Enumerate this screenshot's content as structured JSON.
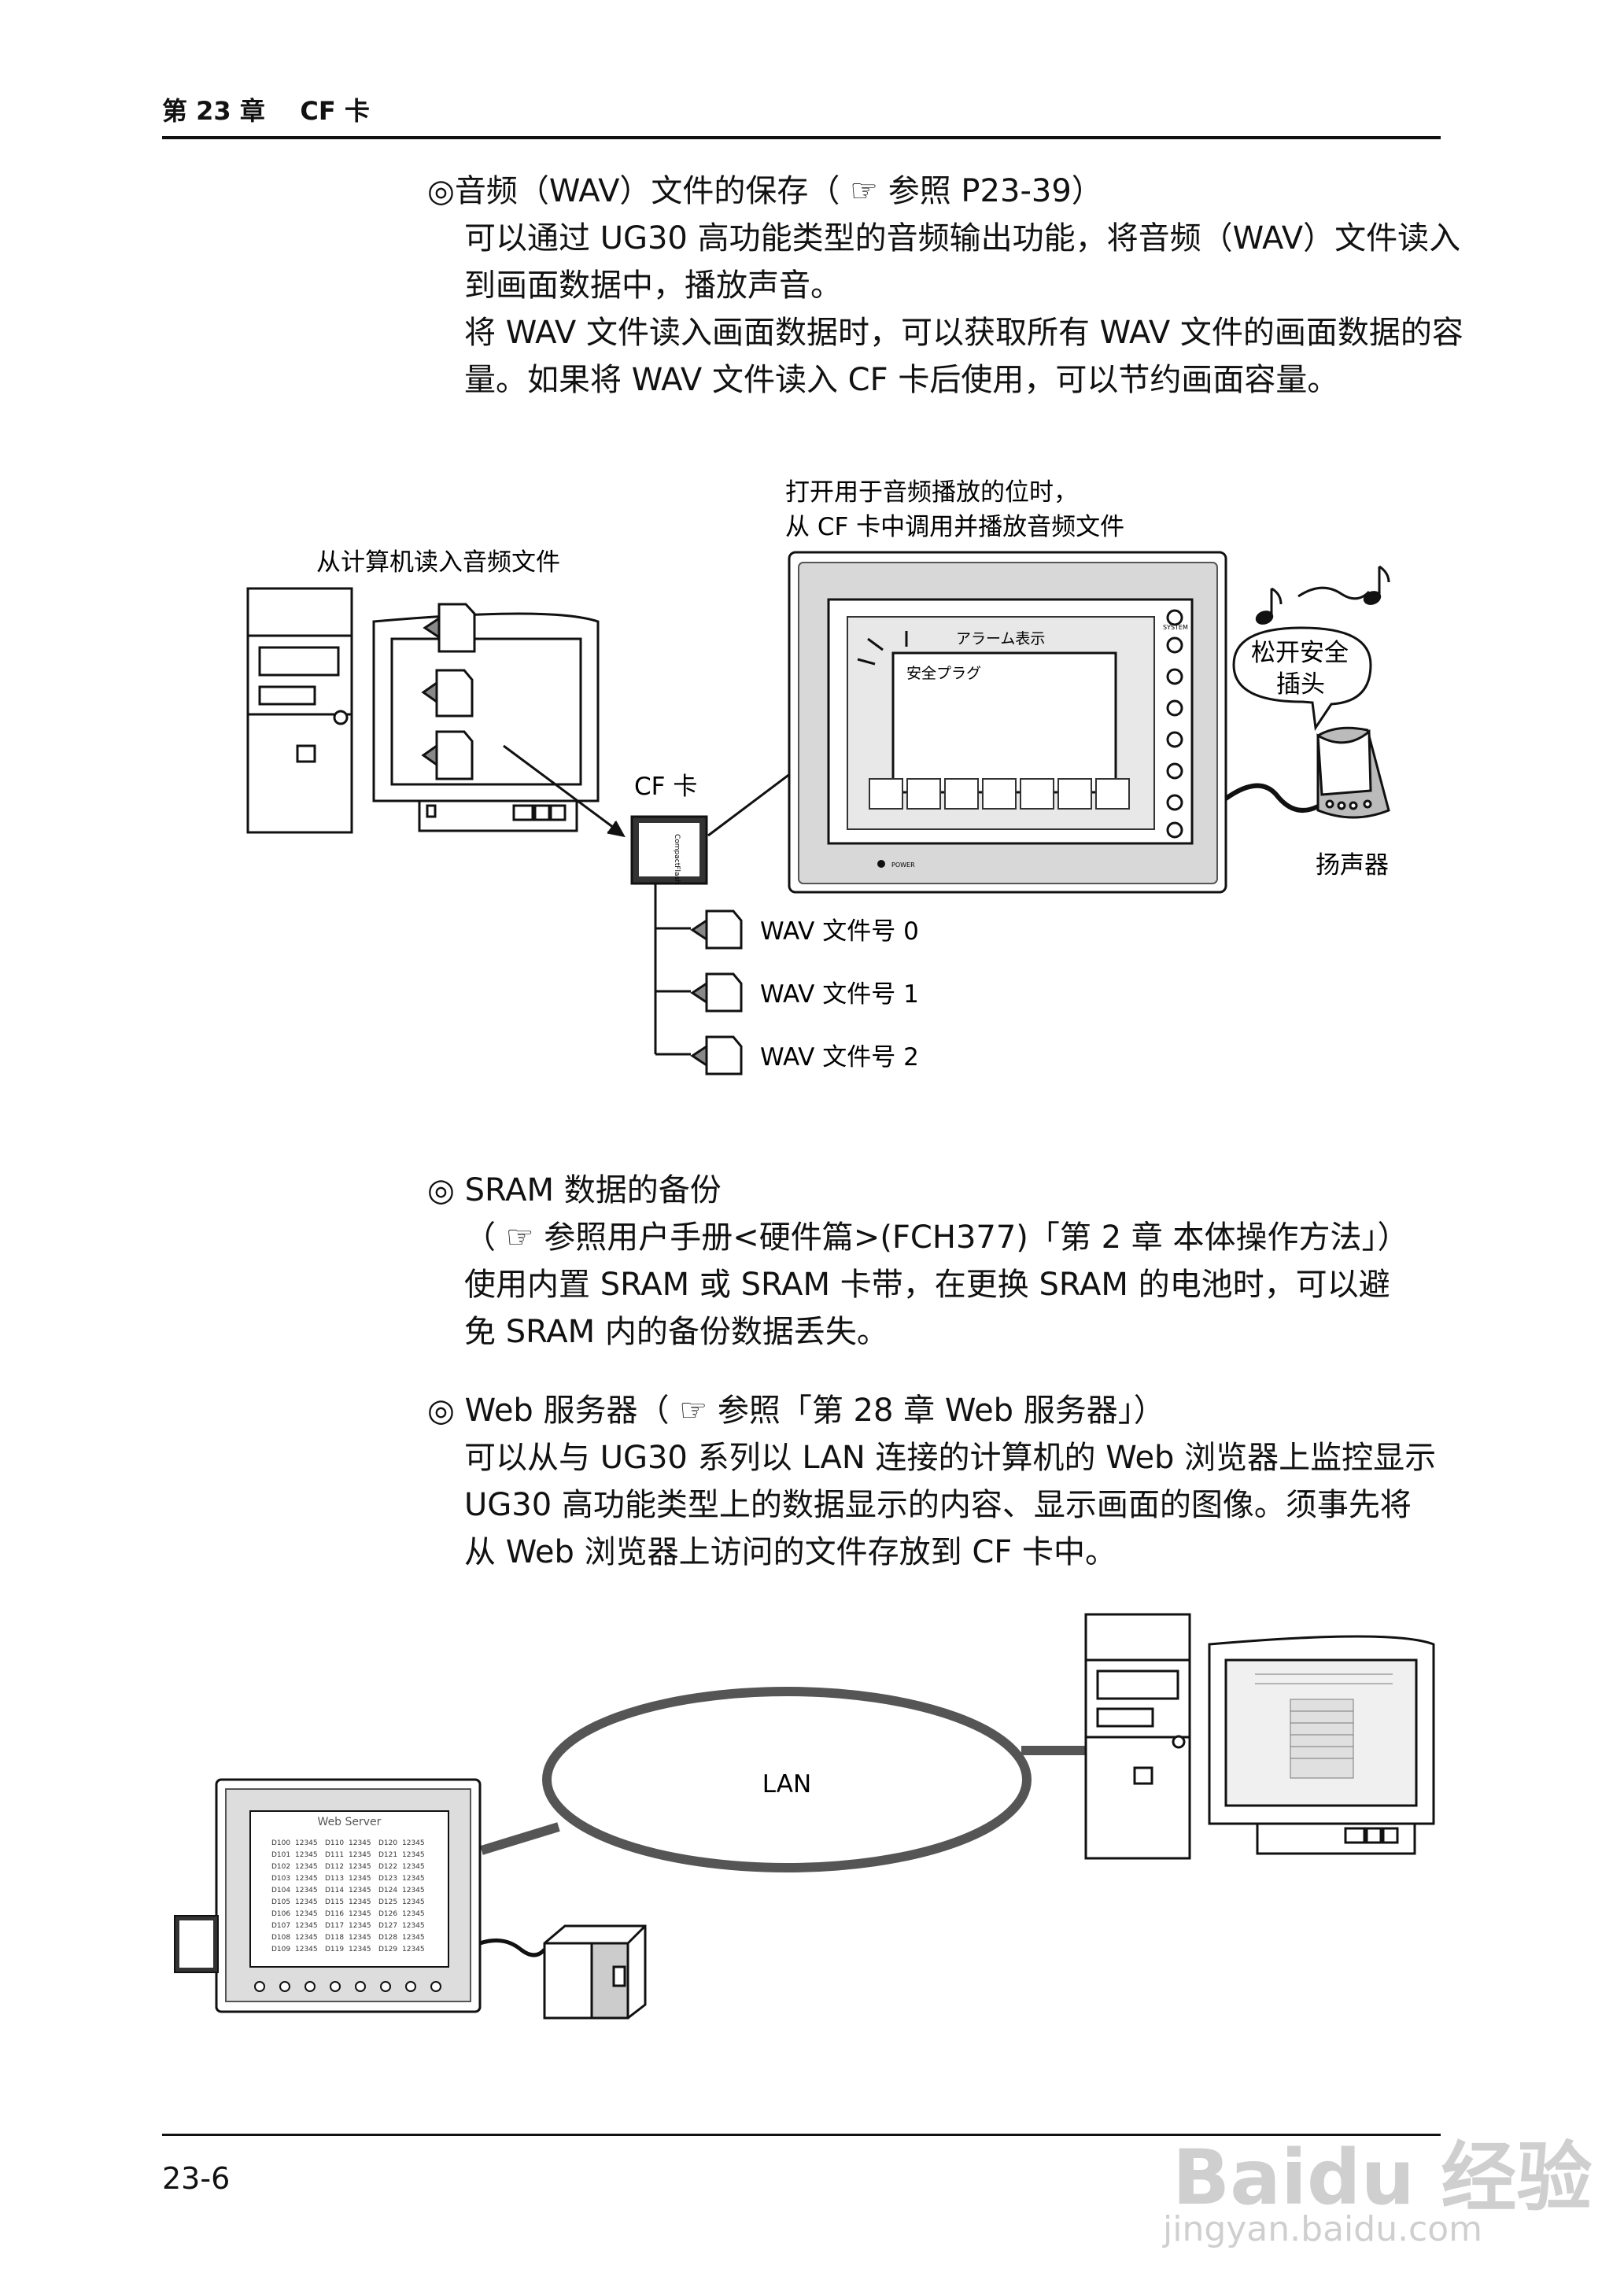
{
  "header": {
    "chapter": "第 23 章    CF 卡"
  },
  "page_number": "23-6",
  "sections": [
    {
      "title": "◎音频（WAV）文件的保存（ ☞ 参照 P23-39）",
      "lines": [
        "可以通过 UG30 高功能类型的音频输出功能，将音频（WAV）文件读入",
        "到画面数据中，播放声音。",
        "将 WAV 文件读入画面数据时，可以获取所有 WAV 文件的画面数据的容",
        "量。如果将 WAV 文件读入 CF 卡后使用，可以节约画面容量。"
      ]
    },
    {
      "title": "◎ SRAM 数据的备份",
      "lines": [
        "（ ☞  参照用户手册<硬件篇>(FCH377)「第 2 章  本体操作方法」）",
        "使用内置 SRAM 或 SRAM 卡带，在更换 SRAM 的电池时，可以避",
        "免 SRAM 内的备份数据丢失。"
      ]
    },
    {
      "title": "◎ Web 服务器（ ☞  参照「第 28 章  Web 服务器」）",
      "lines": [
        "可以从与 UG30 系列以 LAN 连接的计算机的 Web 浏览器上监控显示",
        "UG30 高功能类型上的数据显示的内容、显示画面的图像。须事先将",
        "从 Web 浏览器上访问的文件存放到 CF 卡中。"
      ]
    }
  ],
  "diagram1": {
    "pc_caption": "从计算机读入音频文件",
    "panel_caption_1": "打开用于音频播放的位时，",
    "panel_caption_2": "从 CF 卡中调用并播放音频文件",
    "cf_label": "CF 卡",
    "cf_card_text": "CompactFlash",
    "alarm_title": "アラーム表示",
    "alarm_msg": "安全プラグ",
    "system_label": "SYSTEM",
    "power_label": "POWER",
    "bubble_1": "松开安全",
    "bubble_2": "插头",
    "speaker_label": "扬声器",
    "wav_files": [
      "WAV  文件号 0",
      "WAV  文件号 1",
      "WAV  文件号 2"
    ]
  },
  "diagram2": {
    "lan_label": "LAN",
    "web_server_title": "Web Server",
    "table_rows": [
      [
        "D100",
        "12345",
        "D110",
        "12345",
        "D120",
        "12345"
      ],
      [
        "D101",
        "12345",
        "D111",
        "12345",
        "D121",
        "12345"
      ],
      [
        "D102",
        "12345",
        "D112",
        "12345",
        "D122",
        "12345"
      ],
      [
        "D103",
        "12345",
        "D113",
        "12345",
        "D123",
        "12345"
      ],
      [
        "D104",
        "12345",
        "D114",
        "12345",
        "D124",
        "12345"
      ],
      [
        "D105",
        "12345",
        "D115",
        "12345",
        "D125",
        "12345"
      ],
      [
        "D106",
        "12345",
        "D116",
        "12345",
        "D126",
        "12345"
      ],
      [
        "D107",
        "12345",
        "D117",
        "12345",
        "D127",
        "12345"
      ],
      [
        "D108",
        "12345",
        "D118",
        "12345",
        "D128",
        "12345"
      ],
      [
        "D109",
        "12345",
        "D119",
        "12345",
        "D129",
        "12345"
      ]
    ]
  },
  "watermark": {
    "brand": "Baidu 经验",
    "url": "jingyan.baidu.com"
  }
}
